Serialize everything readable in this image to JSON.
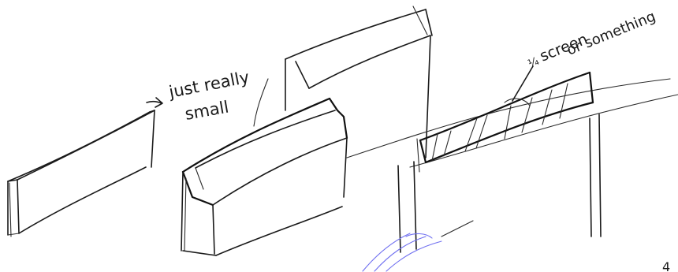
{
  "annotations": {
    "small_note_line1": "just really",
    "small_note_line2": "small",
    "screen_note_line1": "screen",
    "screen_note_line2": "or something",
    "screen_note_prefix": "¼",
    "corner_mark": "4"
  },
  "colors": {
    "ink": "#1a1a1a",
    "paper": "#ffffff",
    "stray_blue": "#6f6ff0"
  }
}
